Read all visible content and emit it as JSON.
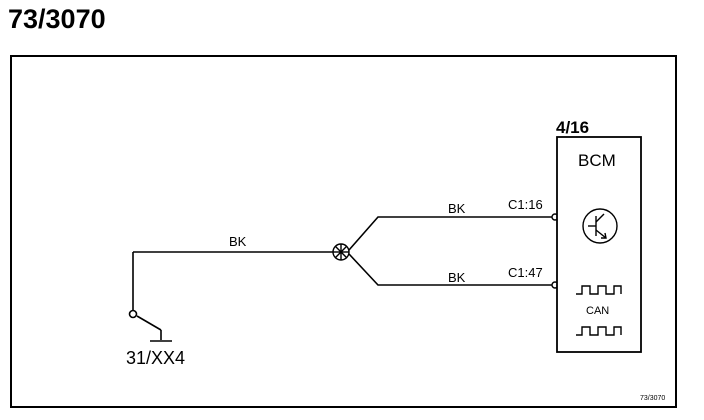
{
  "page_title": "73/3070",
  "ground": {
    "label": "31/XX4"
  },
  "module": {
    "ref": "4/16",
    "name": "BCM",
    "can_label": "CAN"
  },
  "wires": {
    "main": {
      "color": "BK"
    },
    "upper": {
      "color": "BK",
      "pin": "C1:16"
    },
    "lower": {
      "color": "BK",
      "pin": "C1:47"
    }
  },
  "footer_ref": "73/3070",
  "icons": [
    "splice-icon",
    "transistor-icon",
    "square-wave-icon",
    "ground-switch-icon"
  ]
}
